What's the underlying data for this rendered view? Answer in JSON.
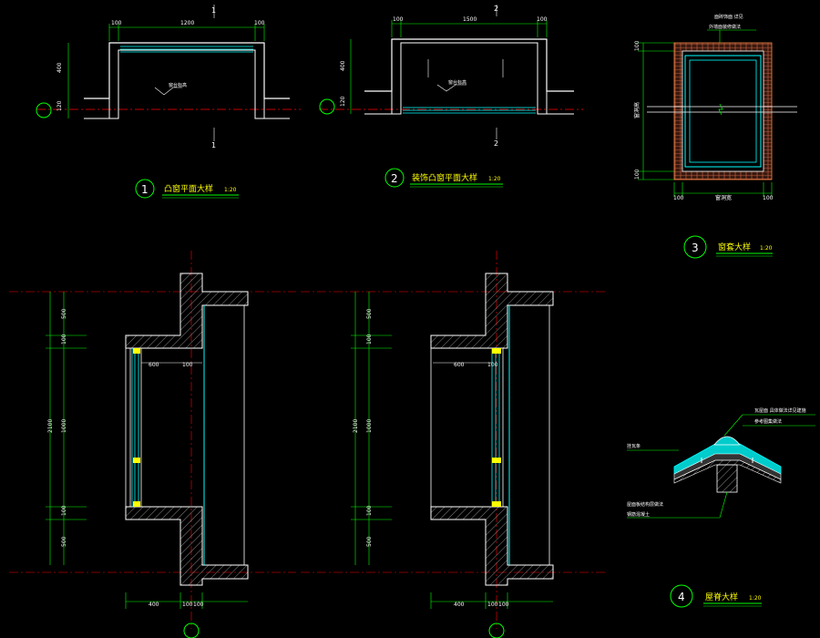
{
  "drawings": {
    "d1": {
      "number": "1",
      "caption": "凸窗平面大样",
      "scale": "1:20",
      "section_mark": "1",
      "dims": [
        "100",
        "1200",
        "100",
        "400",
        "120"
      ],
      "note": "窗台标高"
    },
    "d2": {
      "number": "2",
      "caption": "装饰凸窗平面大样",
      "scale": "1:20",
      "section_mark": "2",
      "dims": [
        "100",
        "1500",
        "100",
        "400",
        "120"
      ],
      "note": "窗台标高"
    },
    "d3": {
      "number": "3",
      "caption": "窗套大样",
      "scale": "1:20",
      "note1": "面砖饰面 详见",
      "note2": "外墙面装修做法",
      "dims": [
        "100",
        "窗洞宽",
        "100",
        "100",
        "窗洞高",
        "100"
      ]
    },
    "d4": {
      "number": "4",
      "caption": "屋脊大样",
      "scale": "1:20",
      "note1": "瓦屋面 具体做法详见建施",
      "note2": "参考图集做法",
      "note3": "屋面板结构层做法",
      "note4": "钢筋混凝土",
      "note5": "挂瓦条"
    },
    "sectionA": {
      "dims": [
        "500",
        "100",
        "1000",
        "100",
        "500",
        "2100",
        "600",
        "100",
        "400",
        "100",
        "100"
      ]
    },
    "sectionB": {
      "dims": [
        "500",
        "100",
        "1000",
        "100",
        "500",
        "2100",
        "600",
        "100",
        "400",
        "100",
        "100"
      ]
    }
  },
  "colors": {
    "background": "#000000",
    "wall": "#ffffff",
    "glass": "#00ffff",
    "dimension": "#00ff00",
    "axis": "#ff0000",
    "text": "#ffff00"
  }
}
